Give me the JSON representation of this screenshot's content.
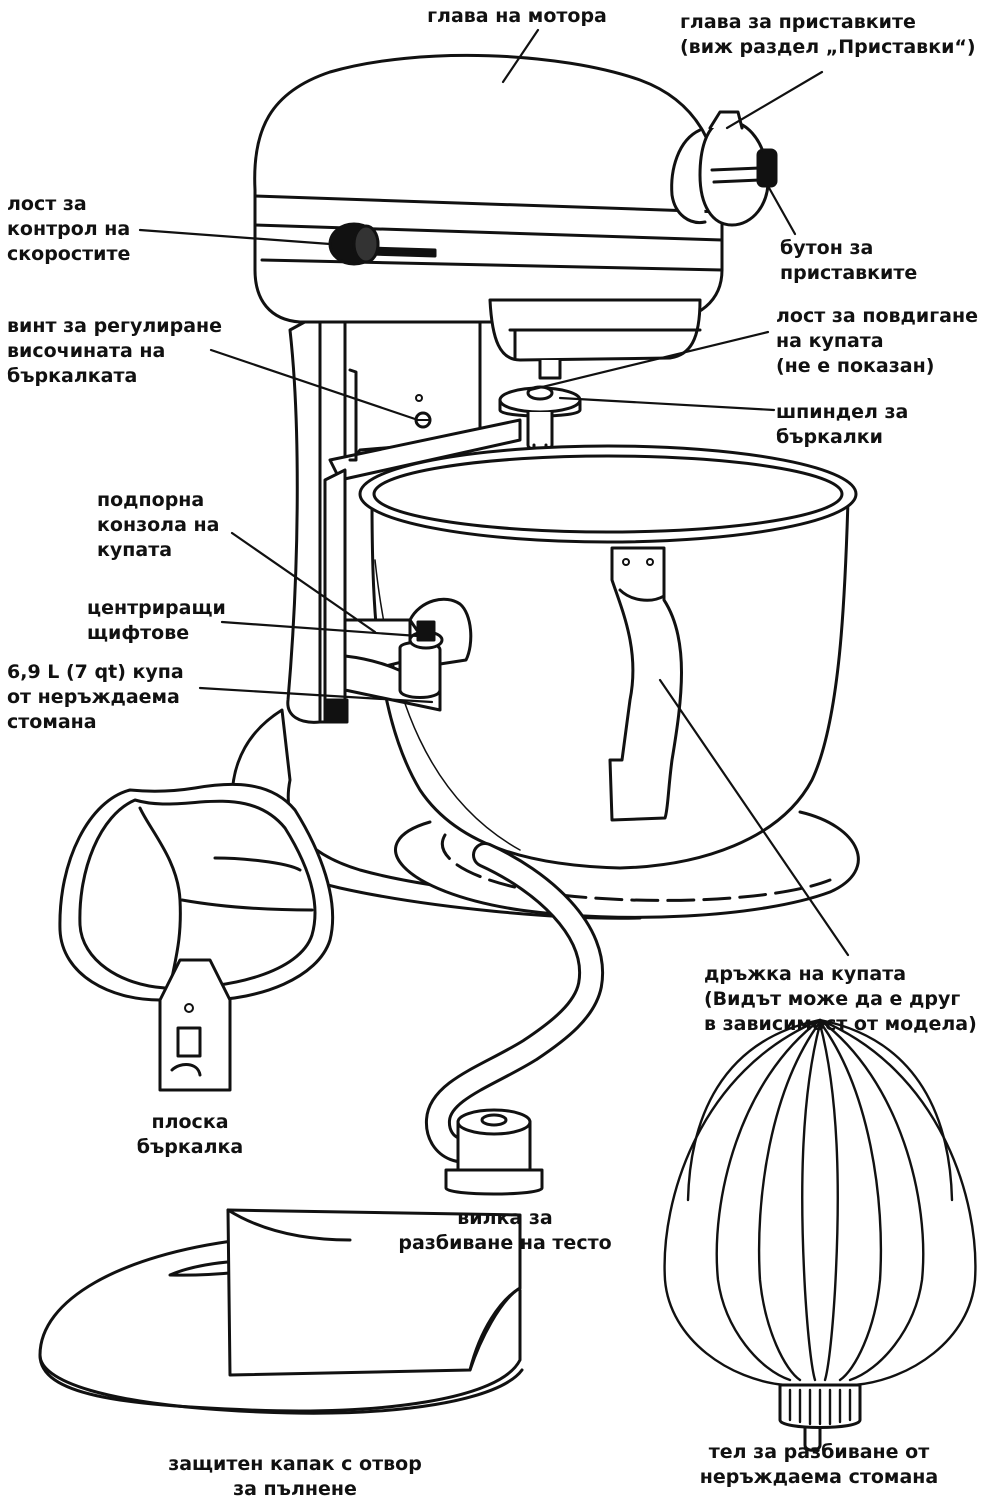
{
  "labels": {
    "motor_head": [
      "глава на мотора"
    ],
    "attachment_hub": [
      "глава за приставките",
      "(виж раздел „Приставки“)"
    ],
    "speed_control": [
      "лост за",
      "контрол на",
      "скоростите"
    ],
    "hub_knob": [
      "бутон за",
      "приставките"
    ],
    "height_screw": [
      "винт за регулиране",
      "височината на",
      "бъркалката"
    ],
    "bowl_lift": [
      "лост за повдигане",
      "на купата",
      "(не е показан)"
    ],
    "beater_shaft": [
      "шпиндел за",
      "бъркалки"
    ],
    "bowl_support": [
      "подпорна",
      "конзола на",
      "купата"
    ],
    "locating_pins": [
      "центриращи",
      "щифтове"
    ],
    "bowl": [
      "6,9 L (7 qt) купа",
      "от неръждаема",
      "стомана"
    ],
    "bowl_handle": [
      "дръжка на купата",
      "(Видът може да е друг",
      "в зависимост от модела)"
    ],
    "flat_beater": [
      "плоска",
      "бъркалка"
    ],
    "dough_hook": [
      "вилка за",
      "разбиване на тесто"
    ],
    "whip": [
      "тел за разбиване от",
      "неръждаема стомана"
    ],
    "pouring_shield": [
      "защитен капак с отвор",
      "за пълнене"
    ]
  },
  "colors": {
    "line": "#111111",
    "background": "#ffffff"
  }
}
